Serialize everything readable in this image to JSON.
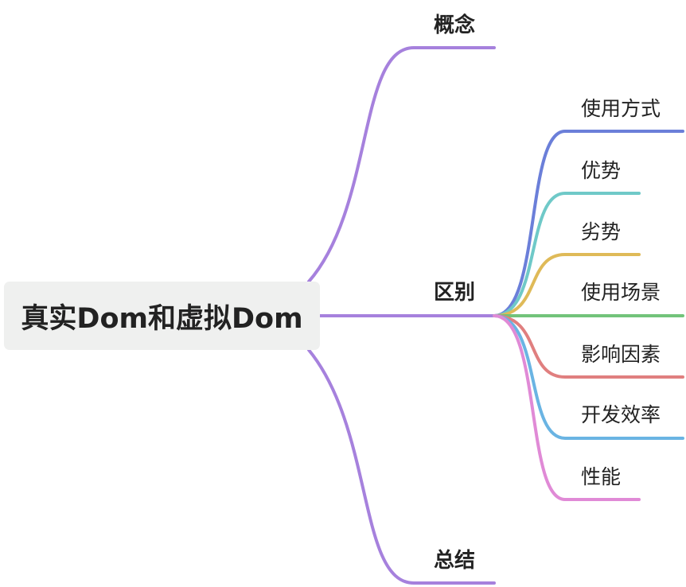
{
  "root": {
    "label": "真实Dom和虚拟Dom"
  },
  "branches": [
    {
      "label": "概念",
      "color": "#a681dd"
    },
    {
      "label": "区别",
      "color": "#a681dd",
      "children": [
        {
          "label": "使用方式",
          "color": "#6b7fd9"
        },
        {
          "label": "优势",
          "color": "#6fc9c8"
        },
        {
          "label": "劣势",
          "color": "#dfba58"
        },
        {
          "label": "使用场景",
          "color": "#72c37a"
        },
        {
          "label": "影响因素",
          "color": "#e07f7f"
        },
        {
          "label": "开发效率",
          "color": "#6ab4e3"
        },
        {
          "label": "性能",
          "color": "#e08ad6"
        }
      ]
    },
    {
      "label": "总结",
      "color": "#a681dd"
    }
  ]
}
